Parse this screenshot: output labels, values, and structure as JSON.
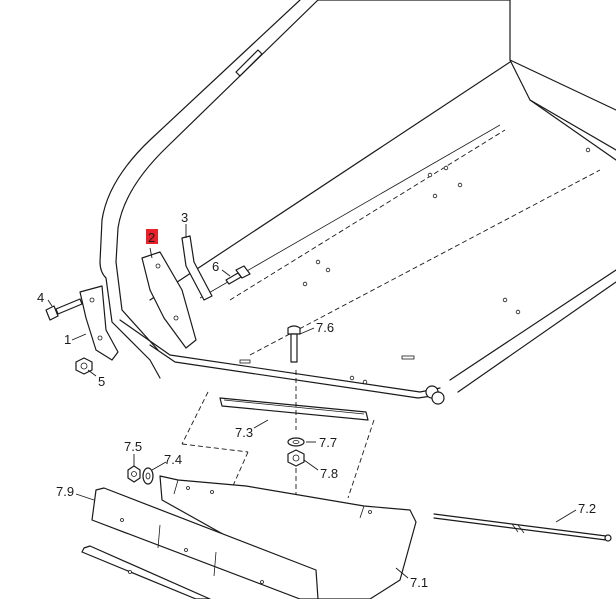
{
  "callouts": {
    "c1": "1",
    "c2": "2",
    "c3": "3",
    "c4": "4",
    "c5": "5",
    "c6": "6",
    "c7_1": "7.1",
    "c7_2": "7.2",
    "c7_3": "7.3",
    "c7_4": "7.4",
    "c7_5": "7.5",
    "c7_6": "7.6",
    "c7_7": "7.7",
    "c7_8": "7.8",
    "c7_9": "7.9"
  },
  "highlight": {
    "callout": "2",
    "color": "#e8202a"
  },
  "colors": {
    "line": "#1a1a1a",
    "background": "#ffffff"
  }
}
